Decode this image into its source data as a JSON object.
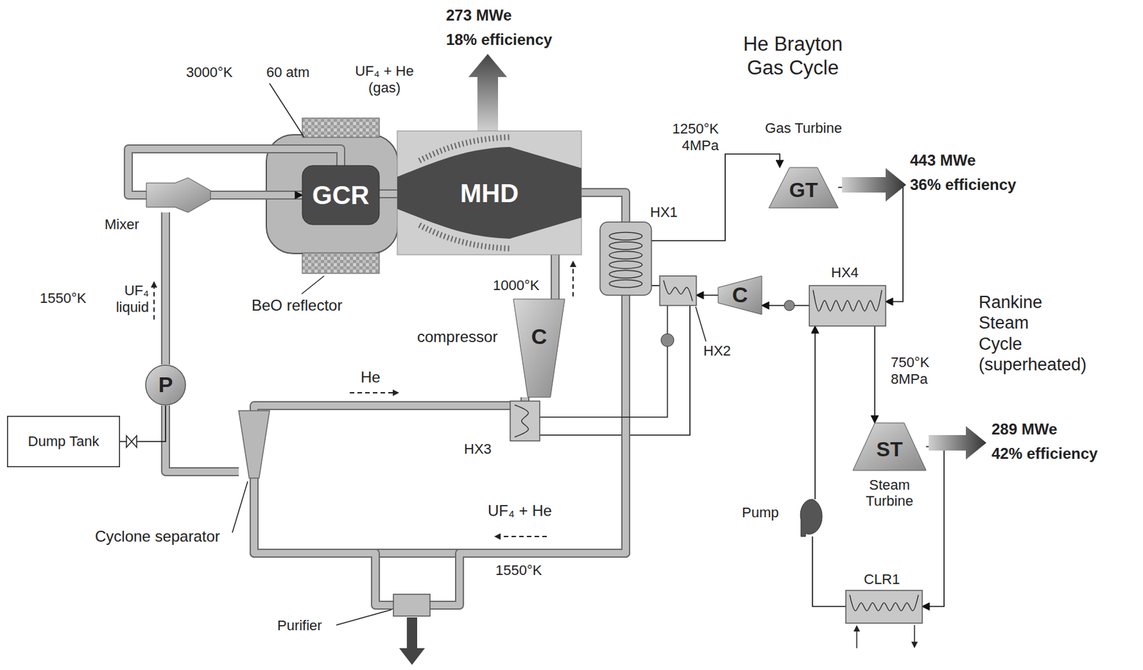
{
  "diagram": {
    "nodes": [
      {
        "text": [
          "Mixer"
        ]
      },
      {
        "text": [
          "GCR"
        ]
      },
      {
        "text": [
          "MHD"
        ]
      },
      {
        "text": [
          "HX1"
        ]
      },
      {
        "text": [
          "HX2"
        ]
      },
      {
        "text": [
          "C"
        ]
      },
      {
        "text": [
          "Gas Turbine",
          "GT"
        ]
      },
      {
        "text": [
          "HX4"
        ]
      },
      {
        "text": [
          "compressor",
          "C"
        ]
      },
      {
        "text": [
          "P"
        ]
      },
      {
        "text": [
          "Dump Tank"
        ]
      },
      {
        "text": [
          "HX3"
        ]
      },
      {
        "text": [
          "ST",
          "Steam Turbine"
        ]
      },
      {
        "text": [
          "Pump"
        ]
      },
      {
        "text": [
          "Cyclone separator"
        ]
      },
      {
        "text": [
          "CLR1"
        ]
      },
      {
        "text": [
          "Purifier"
        ]
      }
    ],
    "edges": [
      {
        "from": 0,
        "to": 1,
        "arrow": "to"
      },
      {
        "from": 1,
        "to": 0,
        "arrow": "none"
      },
      {
        "from": 1,
        "to": 2,
        "arrow": "none"
      },
      {
        "from": 2,
        "to": 3,
        "arrow": "none"
      },
      {
        "from": 3,
        "to": 6,
        "arrow": "to"
      },
      {
        "from": 6,
        "to": 7,
        "arrow": "to"
      },
      {
        "from": 7,
        "to": 12,
        "arrow": "to"
      },
      {
        "from": 12,
        "to": 15,
        "arrow": "to"
      },
      {
        "from": 15,
        "to": 13,
        "arrow": "none"
      },
      {
        "from": 13,
        "to": 7,
        "arrow": "to"
      },
      {
        "from": 7,
        "to": 5,
        "arrow": "to"
      },
      {
        "from": 5,
        "to": 4,
        "arrow": "to"
      },
      {
        "from": 4,
        "to": 3,
        "arrow": "none"
      },
      {
        "from": 4,
        "to": 11,
        "arrow": "none"
      },
      {
        "from": 3,
        "to": 14,
        "arrow": "none"
      },
      {
        "from": 14,
        "to": 11,
        "arrow": "none"
      },
      {
        "from": 11,
        "to": 8,
        "arrow": "none"
      },
      {
        "from": 8,
        "to": 2,
        "arrow": "none"
      },
      {
        "from": 14,
        "to": 9,
        "arrow": "none"
      },
      {
        "from": 9,
        "to": 0,
        "arrow": "none"
      },
      {
        "from": 9,
        "to": 10,
        "arrow": "none"
      },
      {
        "from": 3,
        "to": 16,
        "arrow": "none"
      },
      {
        "from": 16,
        "to": 14,
        "arrow": "none"
      }
    ],
    "labels": [
      "3000°K",
      "60 atm",
      "UF₄ + He (gas)",
      "273 MWe",
      "18% efficiency",
      "He Brayton Gas Cycle",
      "1250°K 4MPa",
      "443 MWe",
      "36% efficiency",
      "BeO reflector",
      "1550°K",
      "UF₄ liquid",
      "1000°K",
      "He",
      "UF₄ + He",
      "1550°K",
      "Rankine Steam Cycle (superheated)",
      "750°K 8MPa",
      "289 MWe",
      "42% efficiency"
    ]
  }
}
